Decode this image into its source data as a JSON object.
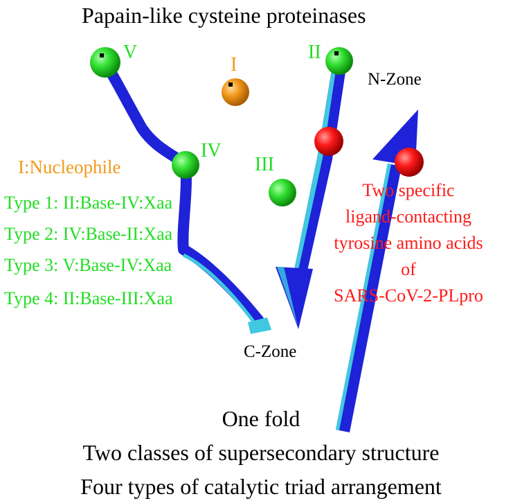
{
  "title": "Papain-like cysteine proteinases",
  "residues": {
    "i": "I",
    "ii": "II",
    "iii": "III",
    "iv": "IV",
    "v": "V"
  },
  "zones": {
    "n_zone": "N-Zone",
    "c_zone": "C-Zone"
  },
  "legend": {
    "nucleophile": "I:Nucleophile",
    "types": [
      "Type 1: II:Base-IV:Xaa",
      "Type 2: IV:Base-II:Xaa",
      "Type 3: V:Base-IV:Xaa",
      "Type 4: II:Base-III:Xaa"
    ]
  },
  "tyrosine_note": {
    "lines": [
      "Two specific",
      "ligand-contacting",
      "tyrosine amino acids",
      "of",
      "SARS-CoV-2-PLpro"
    ]
  },
  "footer": {
    "lines": [
      "One fold",
      "Two classes of supersecondary structure",
      "Four types of catalytic triad arrangement"
    ]
  },
  "colors": {
    "strand_blue": "#1e22d8",
    "strand_edge_cyan": "#3fc8e0",
    "residue_green": "#22dd22",
    "nucleophile_orange": "#f39a1c",
    "tyrosine_red": "#ff1a1a"
  }
}
